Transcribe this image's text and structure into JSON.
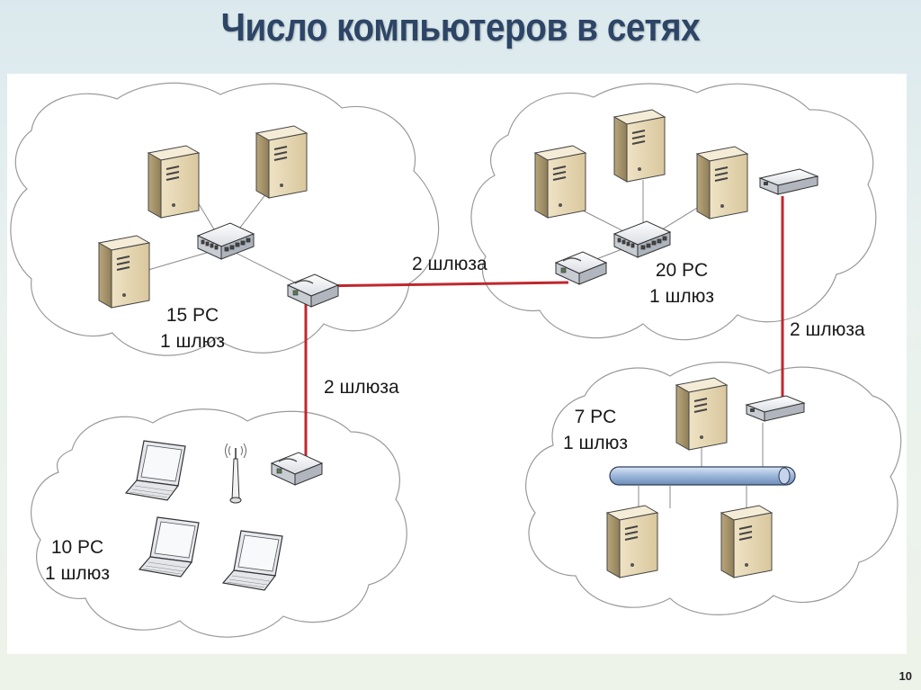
{
  "title": "Число компьютеров в сетях",
  "page_number": "10",
  "networks": {
    "net1": {
      "count": "15 PC",
      "gateways": "1 шлюз"
    },
    "net2": {
      "count": "20 PC",
      "gateways": "1 шлюз"
    },
    "net3": {
      "count": "10 PC",
      "gateways": "1 шлюз"
    },
    "net4": {
      "count": "7 PC",
      "gateways": "1 шлюз"
    }
  },
  "links": {
    "net1_net2": "2 шлюза",
    "net1_net3": "2 шлюза",
    "net2_net4": "2 шлюза"
  },
  "colors": {
    "link": "#c0272d",
    "title": "#2d4566",
    "cloud_stroke": "#9a9a9a"
  },
  "icons": [
    "server-icon",
    "switch-icon",
    "router-icon",
    "laptop-icon",
    "antenna-icon",
    "bus-cable-icon",
    "cloud-icon"
  ]
}
